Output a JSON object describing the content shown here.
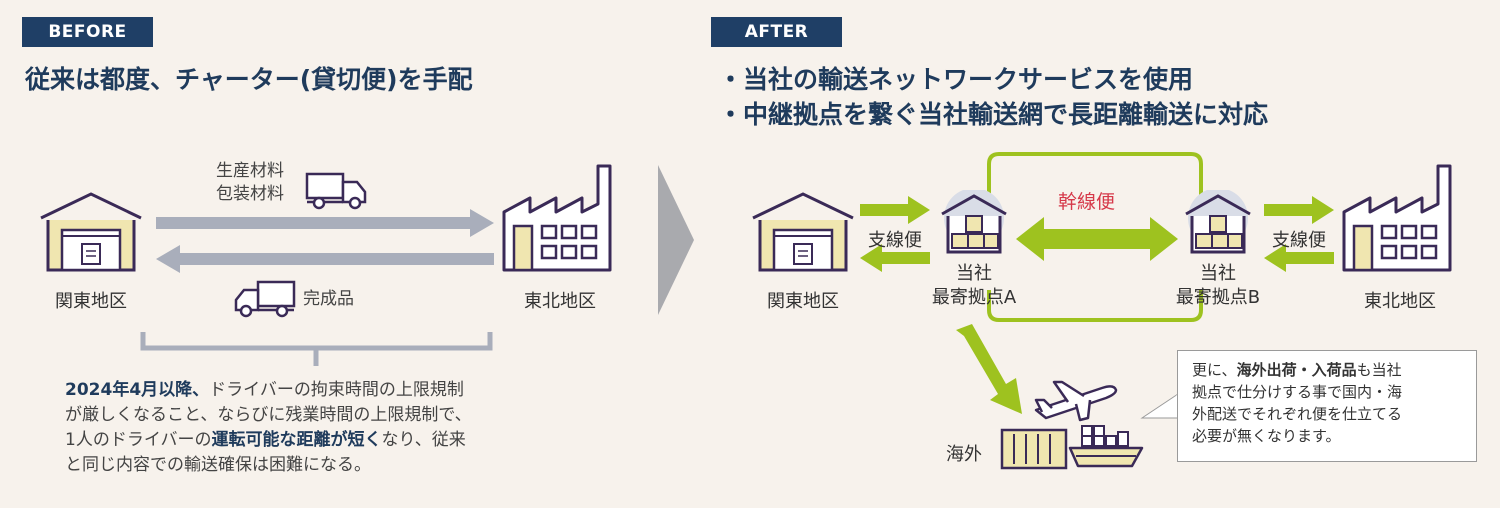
{
  "before": {
    "tag": "BEFORE",
    "heading": "従来は都度、チャーター(貸切便)を手配",
    "origin_label": "関東地区",
    "destination_label": "東北地区",
    "outbound_goods": [
      "生産材料",
      "包装材料"
    ],
    "return_goods": "完成品",
    "note": {
      "line1_bold": "2024年4月以降、",
      "line1_rest": "ドライバーの拘束時間の上限規制",
      "line2": "が厳しくなること、ならびに残業時間の上限規制で、",
      "line3_pre": "1人のドライバーの",
      "line3_bold": "運転可能な距離が短く",
      "line3_post": "なり、従来",
      "line4": "と同じ内容での輸送確保は困難になる。"
    }
  },
  "after": {
    "tag": "AFTER",
    "bullet1": "・当社の輸送ネットワークサービスを使用",
    "bullet2": "・中継拠点を繋ぐ当社輸送網で長距離輸送に対応",
    "origin_label": "関東地区",
    "destination_label": "東北地区",
    "branch_left": "支線便",
    "branch_right": "支線便",
    "trunk_label": "幹線便",
    "hub_a": [
      "当社",
      "最寄拠点A"
    ],
    "hub_b": [
      "当社",
      "最寄拠点B"
    ],
    "overseas_label": "海外",
    "callout": {
      "l1_pre": "更に、",
      "l1_bold": "海外出荷・入荷品",
      "l1_post": "も当社",
      "l2": "拠点で仕分けする事で国内・海",
      "l3": "外配送でそれぞれ便を仕立てる",
      "l4": "必要が無くなります。"
    }
  },
  "colors": {
    "navy": "#1f3f66",
    "green": "#9ec21f",
    "purple": "#3a2a57",
    "gray_arrow": "#a9aebb",
    "red": "#d6394a"
  },
  "icons": [
    "warehouse-icon",
    "factory-icon",
    "truck-icon",
    "hub-building-icon",
    "airplane-icon",
    "container-icon",
    "ship-icon",
    "chevron-right-icon"
  ]
}
